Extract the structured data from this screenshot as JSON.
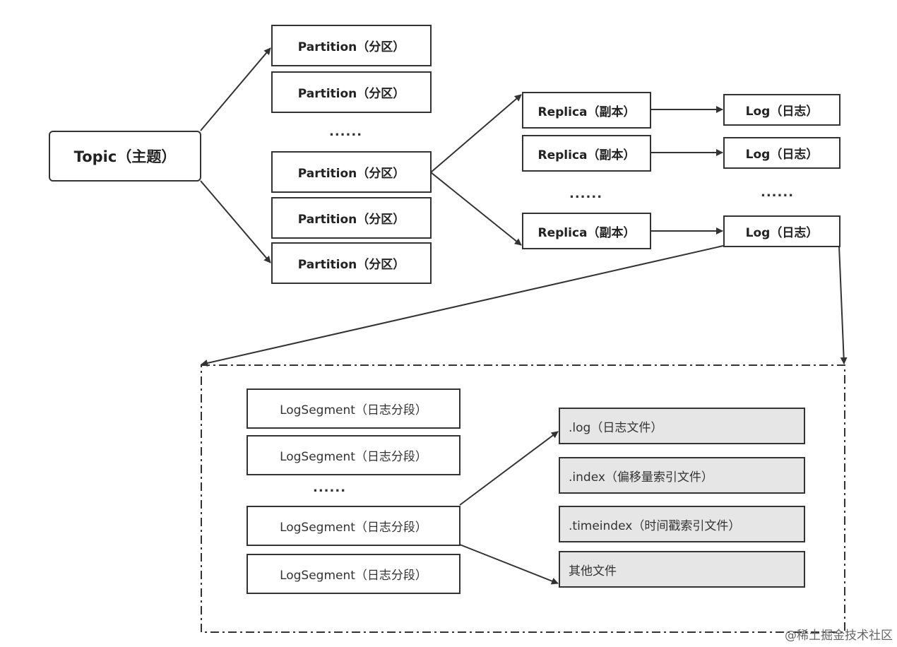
{
  "topic": {
    "label": "Topic（主题）"
  },
  "partitions": [
    {
      "label": "Partition（分区）"
    },
    {
      "label": "Partition（分区）"
    },
    {
      "label": "Partition（分区）"
    },
    {
      "label": "Partition（分区）"
    },
    {
      "label": "Partition（分区）"
    }
  ],
  "replicas": [
    {
      "label": "Replica（副本）"
    },
    {
      "label": "Replica（副本）"
    },
    {
      "label": "Replica（副本）"
    }
  ],
  "logs": [
    {
      "label": "Log（日志）"
    },
    {
      "label": "Log（日志）"
    },
    {
      "label": "Log（日志）"
    }
  ],
  "segments": [
    {
      "label": "LogSegment（日志分段）"
    },
    {
      "label": "LogSegment（日志分段）"
    },
    {
      "label": "LogSegment（日志分段）"
    },
    {
      "label": "LogSegment（日志分段）"
    }
  ],
  "files": [
    {
      "label": ".log（日志文件）"
    },
    {
      "label": ".index（偏移量索引文件）"
    },
    {
      "label": ".timeindex（时间戳索引文件）"
    },
    {
      "label": "其他文件"
    }
  ],
  "ellipsis": "......",
  "credit": "@稀土掘金技术社区"
}
